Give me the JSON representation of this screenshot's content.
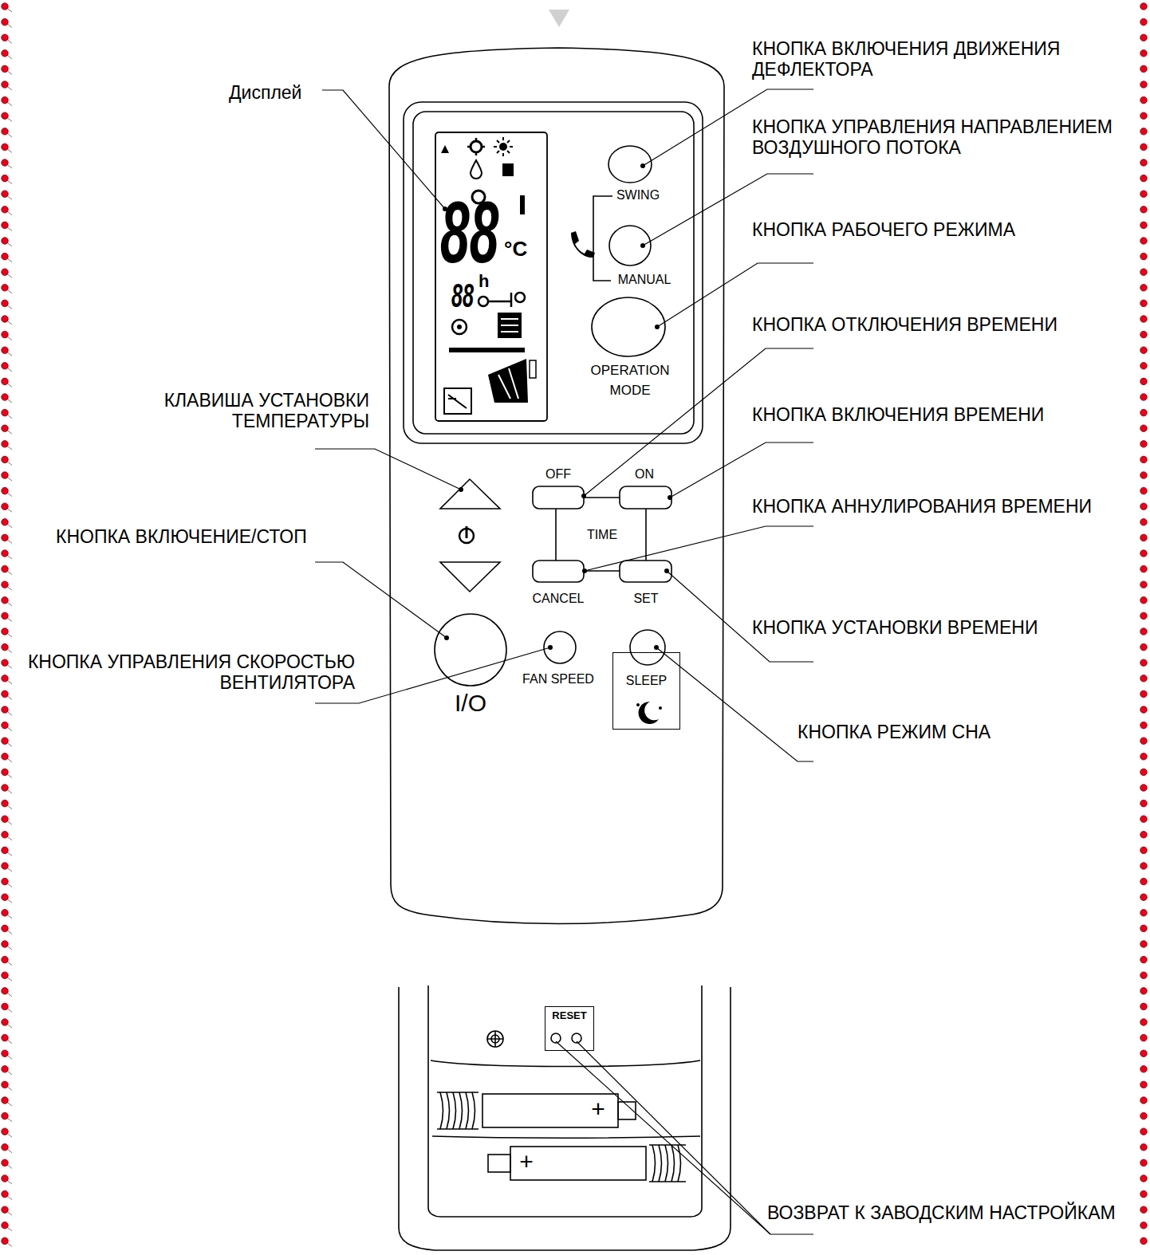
{
  "diagram": {
    "nodes": [
      {
        "text": [
          "SLEEP"
        ]
      },
      {
        "text": [
          "RESET"
        ]
      }
    ],
    "labels": [
      "Дисплей",
      "КНОПКА ВКЛЮЧЕНИЯ ДВИЖЕНИЯ ДЕФЛЕКТОРА",
      "КНОПКА УПРАВЛЕНИЯ НАПРАВЛЕНИЕМ ВОЗДУШНОГО ПОТОКА",
      "КНОПКА РАБОЧЕГО РЕЖИМА",
      "КНОПКА ОТКЛЮЧЕНИЯ ВРЕМЕНИ",
      "КЛАВИША УСТАНОВКИ ТЕМПЕРАТУРЫ",
      "КНОПКА ВКЛЮЧЕНИЯ ВРЕМЕНИ",
      "КНОПКА ВКЛЮЧЕНИЕ/СТОП",
      "КНОПКА АННУЛИРОВАНИЯ ВРЕМЕНИ",
      "КНОПКА УПРАВЛЕНИЯ СКОРОСТЬЮ ВЕНТИЛЯТОРА",
      "КНОПКА УСТАНОВКИ ВРЕМЕНИ",
      "КНОПКА РЕЖИМ СНА",
      "ВОЗВРАТ К ЗАВОДСКИМ НАСТРОЙКАМ",
      "SWING",
      "MANUAL",
      "OPERATION MODE",
      "OFF",
      "ON",
      "TIME",
      "CANCEL",
      "SET",
      "FAN SPEED",
      "I/O",
      "88",
      "°C",
      "88",
      "h",
      "+",
      "+"
    ]
  }
}
